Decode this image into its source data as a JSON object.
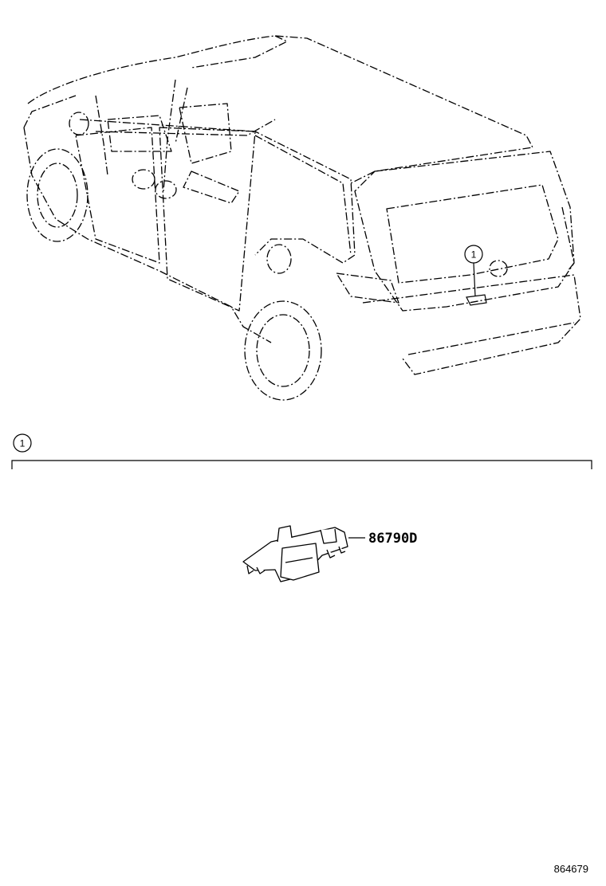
{
  "callouts": {
    "vehicle_marker": "1",
    "section_marker": "1"
  },
  "parts": {
    "camera_part_number": "86790D"
  },
  "footer": {
    "diagram_id": "864679"
  }
}
